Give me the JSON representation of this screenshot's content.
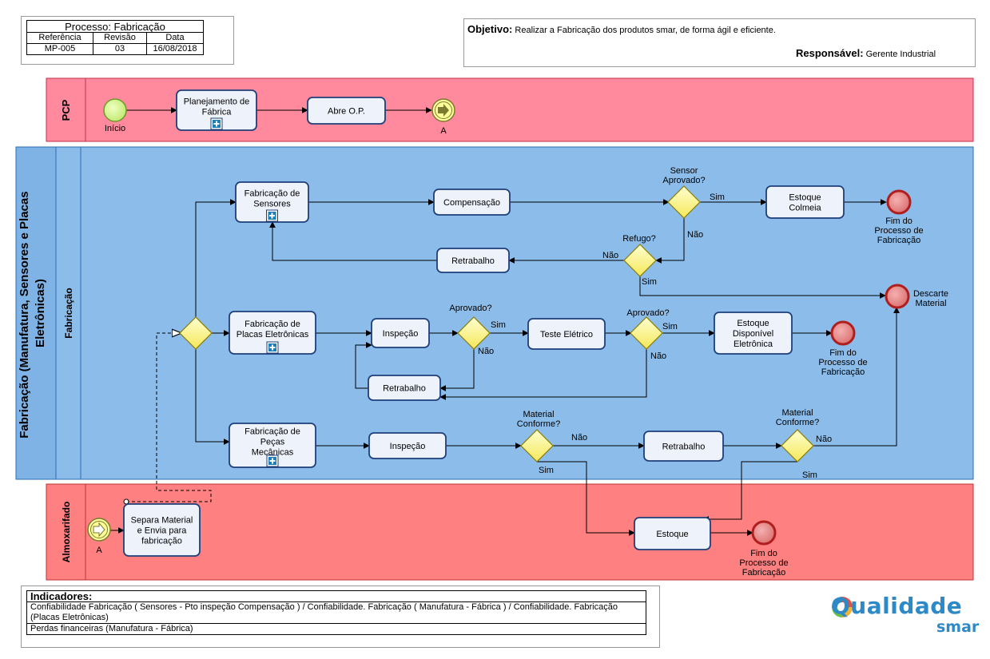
{
  "header": {
    "process_title": "Processo: Fabricação",
    "col_ref": "Referência",
    "col_rev": "Revisão",
    "col_date": "Data",
    "ref": "MP-005",
    "rev": "03",
    "date": "16/08/2018",
    "objective_label": "Objetivo:",
    "objective_text": "Realizar a Fabricação dos produtos smar, de forma ágil e eficiente.",
    "responsible_label": "Responsável:",
    "responsible_text": "Gerente Industrial"
  },
  "lanes": {
    "pcp": "PCP",
    "fabricacao_pool": "Fabricação  (Manufatura, Sensores e Placas Eletrônicas)",
    "fabricacao_lane": "Fabricação",
    "almoxarifado": "Almoxarifado"
  },
  "events": {
    "inicio": "Início",
    "link_a_out": "A",
    "link_a_in": "A",
    "fim_sensores": "Fim do Processo de Fabricação",
    "descarte": "Descarte Material",
    "fim_placas": "Fim do Processo de Fabricação",
    "fim_estoque": "Fim do Processo de Fabricação"
  },
  "tasks": {
    "planejamento": "Planejamento de Fábrica",
    "abre_op": "Abre O.P.",
    "fab_sensores": "Fabricação de Sensores",
    "compensacao": "Compensação",
    "estoque_colmeia": "Estoque Colmeia",
    "retrabalho_sensores": "Retrabalho",
    "fab_placas": "Fabricação de Placas Eletrônicas",
    "inspecao_placas": "Inspeção",
    "teste_eletrico": "Teste Elétrico",
    "estoque_eletronica": "Estoque Disponível Eletrônica",
    "retrabalho_placas": "Retrabalho",
    "fab_pecas": "Fabricação de Peças Mecânicas",
    "inspecao_pecas": "Inspeção",
    "retrabalho_pecas": "Retrabalho",
    "separa_material": "Separa Material e Envia para fabricação",
    "estoque": "Estoque"
  },
  "gateways": {
    "sensor_aprovado": "Sensor Aprovado?",
    "refugo": "Refugo?",
    "aprovado_inspecao": "Aprovado?",
    "aprovado_teste": "Aprovado?",
    "material_conforme_1": "Material Conforme?",
    "material_conforme_2": "Material Conforme?"
  },
  "flow_labels": {
    "sim": "Sim",
    "nao": "Não"
  },
  "indicators": {
    "title": "Indicadores:",
    "row1": "Confiabilidade Fabricação ( Sensores - Pto inspeção Compensação ) / Confiabilidade. Fabricação ( Manufatura - Fábrica ) / Confiabilidade. Fabricação (Placas Eletrônicas)",
    "row2": "Perdas financeiras  (Manufatura - Fábrica)"
  },
  "logo": {
    "word1": "Qualidade",
    "word2": "smar"
  },
  "colors": {
    "pcp_lane": "#ff8a9d",
    "almox_lane": "#ff8080",
    "fab_lane": "#8cbdea",
    "task_fill": "#eef2fb",
    "task_border": "#1f3f7a",
    "gateway_fill": "#ffff99",
    "start_fill": "#ccff66",
    "end_fill": "#e06a6a",
    "logo_blue": "#2d8ac7"
  }
}
